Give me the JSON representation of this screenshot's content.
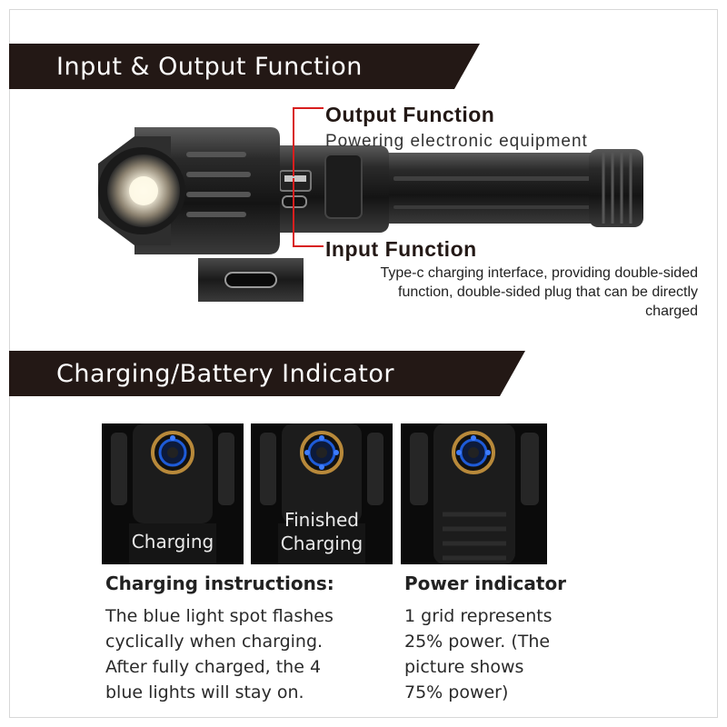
{
  "banners": {
    "input_output": "Input & Output Function",
    "charging_battery": "Charging/Battery Indicator"
  },
  "output": {
    "title": "Output Function",
    "subtitle": "Powering electronic equipment"
  },
  "input": {
    "title": "Input Function",
    "description_lines": [
      "Type-c charging interface, providing double-sided",
      "function, double-sided plug that can be directly",
      "charged"
    ]
  },
  "photos": {
    "charging_label": "Charging",
    "finished_label_lines": [
      "Finished",
      "Charging"
    ]
  },
  "charging_instructions": {
    "heading": "Charging instructions:",
    "lines": [
      "The blue light spot flashes",
      "cyclically when charging.",
      "After fully charged, the 4",
      "blue lights will stay on."
    ]
  },
  "power_indicator": {
    "heading": "Power indicator",
    "lines": [
      "1 grid represents",
      "25% power. (The",
      "picture shows",
      "75% power)"
    ],
    "level_shown": 0.75
  },
  "colors": {
    "banner_bg": "#231815",
    "pointer_red": "#d81e1e",
    "indicator_blue": "#1e5bd8",
    "indicator_ring": "#b8893a"
  },
  "icons": [
    "flashlight-image",
    "usb-a-port-icon",
    "usb-c-port-icon",
    "indicator-ring-icon"
  ]
}
